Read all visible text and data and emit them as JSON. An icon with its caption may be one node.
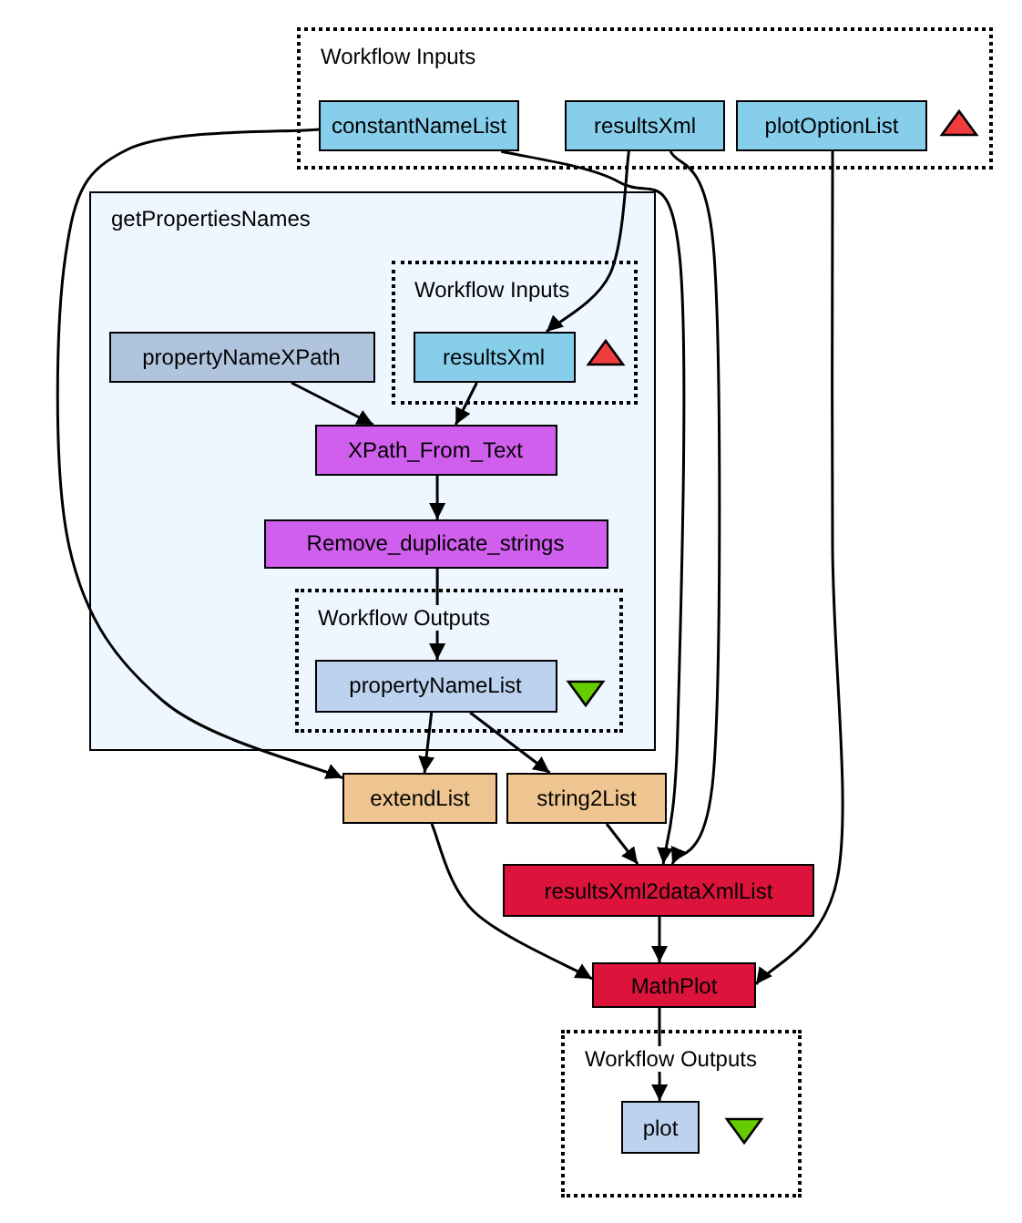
{
  "diagram": {
    "nodes": [
      {
        "text": [
          "Workflow Inputs"
        ]
      },
      {
        "text": [
          "constantNameList"
        ],
        "in": 0
      },
      {
        "text": [
          "resultsXml"
        ],
        "in": 0
      },
      {
        "text": [
          "plotOptionList"
        ],
        "in": 0
      },
      {
        "text": [
          "getPropertiesNames"
        ]
      },
      {
        "text": [
          "Workflow Inputs"
        ],
        "in": 4
      },
      {
        "text": [
          "propertyNameXPath"
        ],
        "in": 4
      },
      {
        "text": [
          "resultsXml"
        ],
        "in": 5
      },
      {
        "text": [
          "XPath_From_Text"
        ],
        "in": 4
      },
      {
        "text": [
          "Remove_duplicate_strings"
        ],
        "in": 4
      },
      {
        "text": [
          "Workflow Outputs"
        ],
        "in": 4
      },
      {
        "text": [
          "propertyNameList"
        ],
        "in": 10
      },
      {
        "text": [
          "extendList"
        ]
      },
      {
        "text": [
          "string2List"
        ]
      },
      {
        "text": [
          "resultsXml2dataXmlList"
        ]
      },
      {
        "text": [
          "MathPlot"
        ]
      },
      {
        "text": [
          "Workflow Outputs"
        ]
      },
      {
        "text": [
          "plot"
        ],
        "in": 16
      }
    ],
    "edges": [
      {
        "from": 1,
        "to": 12,
        "arrow": "to"
      },
      {
        "from": 1,
        "to": 14,
        "arrow": "to"
      },
      {
        "from": 2,
        "to": 7,
        "arrow": "to"
      },
      {
        "from": 2,
        "to": 14,
        "arrow": "to"
      },
      {
        "from": 3,
        "to": 15,
        "arrow": "to"
      },
      {
        "from": 6,
        "to": 8,
        "arrow": "to"
      },
      {
        "from": 7,
        "to": 8,
        "arrow": "to"
      },
      {
        "from": 8,
        "to": 9,
        "arrow": "to"
      },
      {
        "from": 9,
        "to": 11,
        "arrow": "to"
      },
      {
        "from": 11,
        "to": 12,
        "arrow": "to"
      },
      {
        "from": 11,
        "to": 13,
        "arrow": "to"
      },
      {
        "from": 13,
        "to": 14,
        "arrow": "to"
      },
      {
        "from": 12,
        "to": 15,
        "arrow": "to"
      },
      {
        "from": 14,
        "to": 15,
        "arrow": "to"
      },
      {
        "from": 15,
        "to": 17,
        "arrow": "to"
      }
    ]
  }
}
